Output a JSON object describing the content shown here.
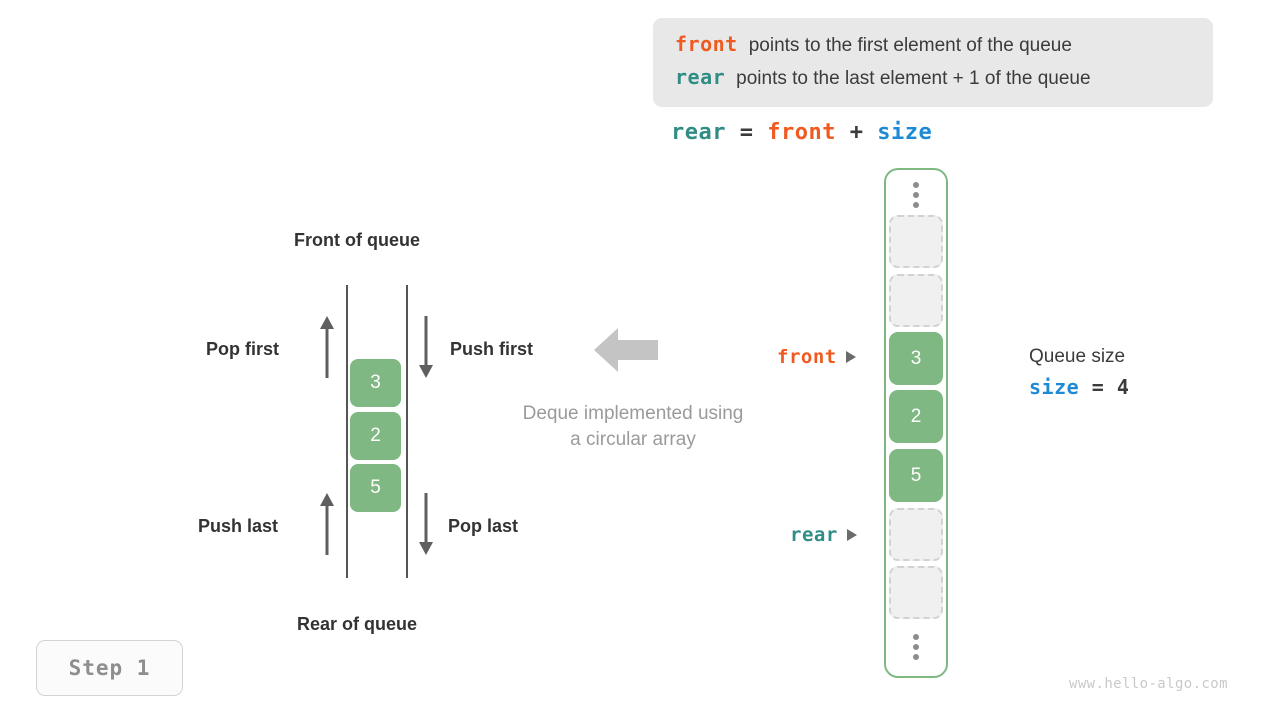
{
  "info_box": {
    "lines": [
      {
        "keyword": "front",
        "keyword_color": "#ef5a20",
        "text": "points to the first element of the queue"
      },
      {
        "keyword": "rear",
        "keyword_color": "#2f8d85",
        "text": "points to the last element + 1 of the queue"
      }
    ]
  },
  "equation": {
    "lhs": "rear",
    "eq": "=",
    "rhs1": "front",
    "plus": "+",
    "rhs2": "size"
  },
  "deque_diagram": {
    "top_label": "Front of queue",
    "bottom_label": "Rear of queue",
    "pop_first": "Pop first",
    "push_first": "Push first",
    "push_last": "Push last",
    "pop_last": "Pop last",
    "cells": [
      "3",
      "2",
      "5"
    ],
    "caption_line1": "Deque implemented using",
    "caption_line2": "a circular array"
  },
  "array_view": {
    "cells": [
      {
        "value": "",
        "state": "empty"
      },
      {
        "value": "",
        "state": "empty"
      },
      {
        "value": "3",
        "state": "filled"
      },
      {
        "value": "2",
        "state": "filled"
      },
      {
        "value": "5",
        "state": "filled"
      },
      {
        "value": "",
        "state": "empty"
      },
      {
        "value": "",
        "state": "empty"
      }
    ],
    "pointer_front": "front",
    "pointer_rear": "rear"
  },
  "queue_size": {
    "title": "Queue size",
    "var": "size",
    "eq": "=",
    "value": "4"
  },
  "step_badge": {
    "label": "Step 1"
  },
  "watermark": {
    "text": "www.hello-algo.com"
  },
  "colors": {
    "front": "#ef5a20",
    "rear": "#2f8d85",
    "size": "#1e8ad6",
    "cell_fill": "#7fb883",
    "container_border": "#7fb883",
    "info_bg": "#e8e8e8",
    "muted": "#9a9a9a"
  }
}
